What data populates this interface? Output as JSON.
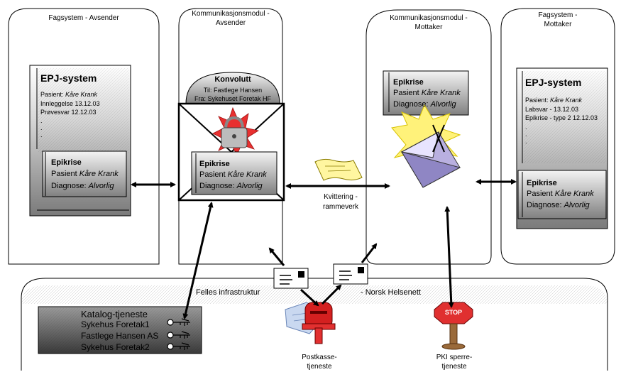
{
  "fagsystem_avsender": {
    "title": "Fagsystem - Avsender",
    "epj_title": "EPJ-system",
    "pasient_label": "Pasient: ",
    "pasient_name": "Kåre Krank",
    "line1": "Innleggelse 13.12.03",
    "line2": "Prøvesvar 12.12.03",
    "dots": [
      ".",
      ".",
      "."
    ],
    "epikrise": {
      "title": "Epikrise",
      "pasient_label": "Pasient ",
      "pasient_name": "Kåre Krank",
      "diagnose_label": "Diagnose: ",
      "diagnose_value": "Alvorlig"
    }
  },
  "kommunikasjon_avsender": {
    "title_line1": "Kommunikasjonsmodul -",
    "title_line2": "Avsender",
    "konvolutt": {
      "title": "Konvolutt",
      "til": "Til: Fastlege Hansen",
      "fra": "Fra: Sykehuset Foretak HF"
    },
    "epikrise": {
      "title": "Epikrise",
      "pasient_label": "Pasient ",
      "pasient_name": "Kåre Krank",
      "diagnose_label": "Diagnose: ",
      "diagnose_value": "Alvorlig"
    }
  },
  "kommunikasjon_mottaker": {
    "title_line1": "Kommunikasjonsmodul -",
    "title_line2": "Mottaker",
    "epikrise": {
      "title": "Epikrise",
      "pasient_label": "Pasient ",
      "pasient_name": "Kåre Krank",
      "diagnose_label": "Diagnose: ",
      "diagnose_value": "Alvorlig"
    }
  },
  "fagsystem_mottaker": {
    "title_line1": "Fagsystem -",
    "title_line2": "Mottaker",
    "epj_title": "EPJ-system",
    "pasient_label": "Pasient: ",
    "pasient_name": "Kåre Krank",
    "line1": "Labsvar -  13.12.03",
    "line2": "Epikrise - type 2 12.12.03",
    "dots": [
      ".",
      ".",
      "."
    ],
    "epikrise": {
      "title": "Epikrise",
      "pasient_label": "Pasient ",
      "pasient_name": "Kåre Krank",
      "diagnose_label": "Diagnose: ",
      "diagnose_value": "Alvorlig"
    }
  },
  "kvittering": {
    "line1": "Kvittering -",
    "line2": "rammeverk"
  },
  "infrastruktur": {
    "left_label": "Felles infrastruktur",
    "right_label": "- Norsk Helsenett",
    "katalog": {
      "title": "Katalog-tjeneste",
      "entries": [
        "Sykehus Foretak1",
        "Fastlege Hansen AS",
        "Sykehus Foretak2"
      ]
    },
    "postkasse": {
      "line1": "Postkasse-",
      "line2": "tjeneste"
    },
    "pki": {
      "line1": "PKI sperre-",
      "line2": "tjeneste",
      "sign_text": "STOP"
    }
  },
  "colors": {
    "doc_gradient_light": "#ffffff",
    "doc_gradient_dark": "#6e6e6e",
    "burst": "#fff27a",
    "lock": "#e03030",
    "mailbox": "#d42020"
  }
}
